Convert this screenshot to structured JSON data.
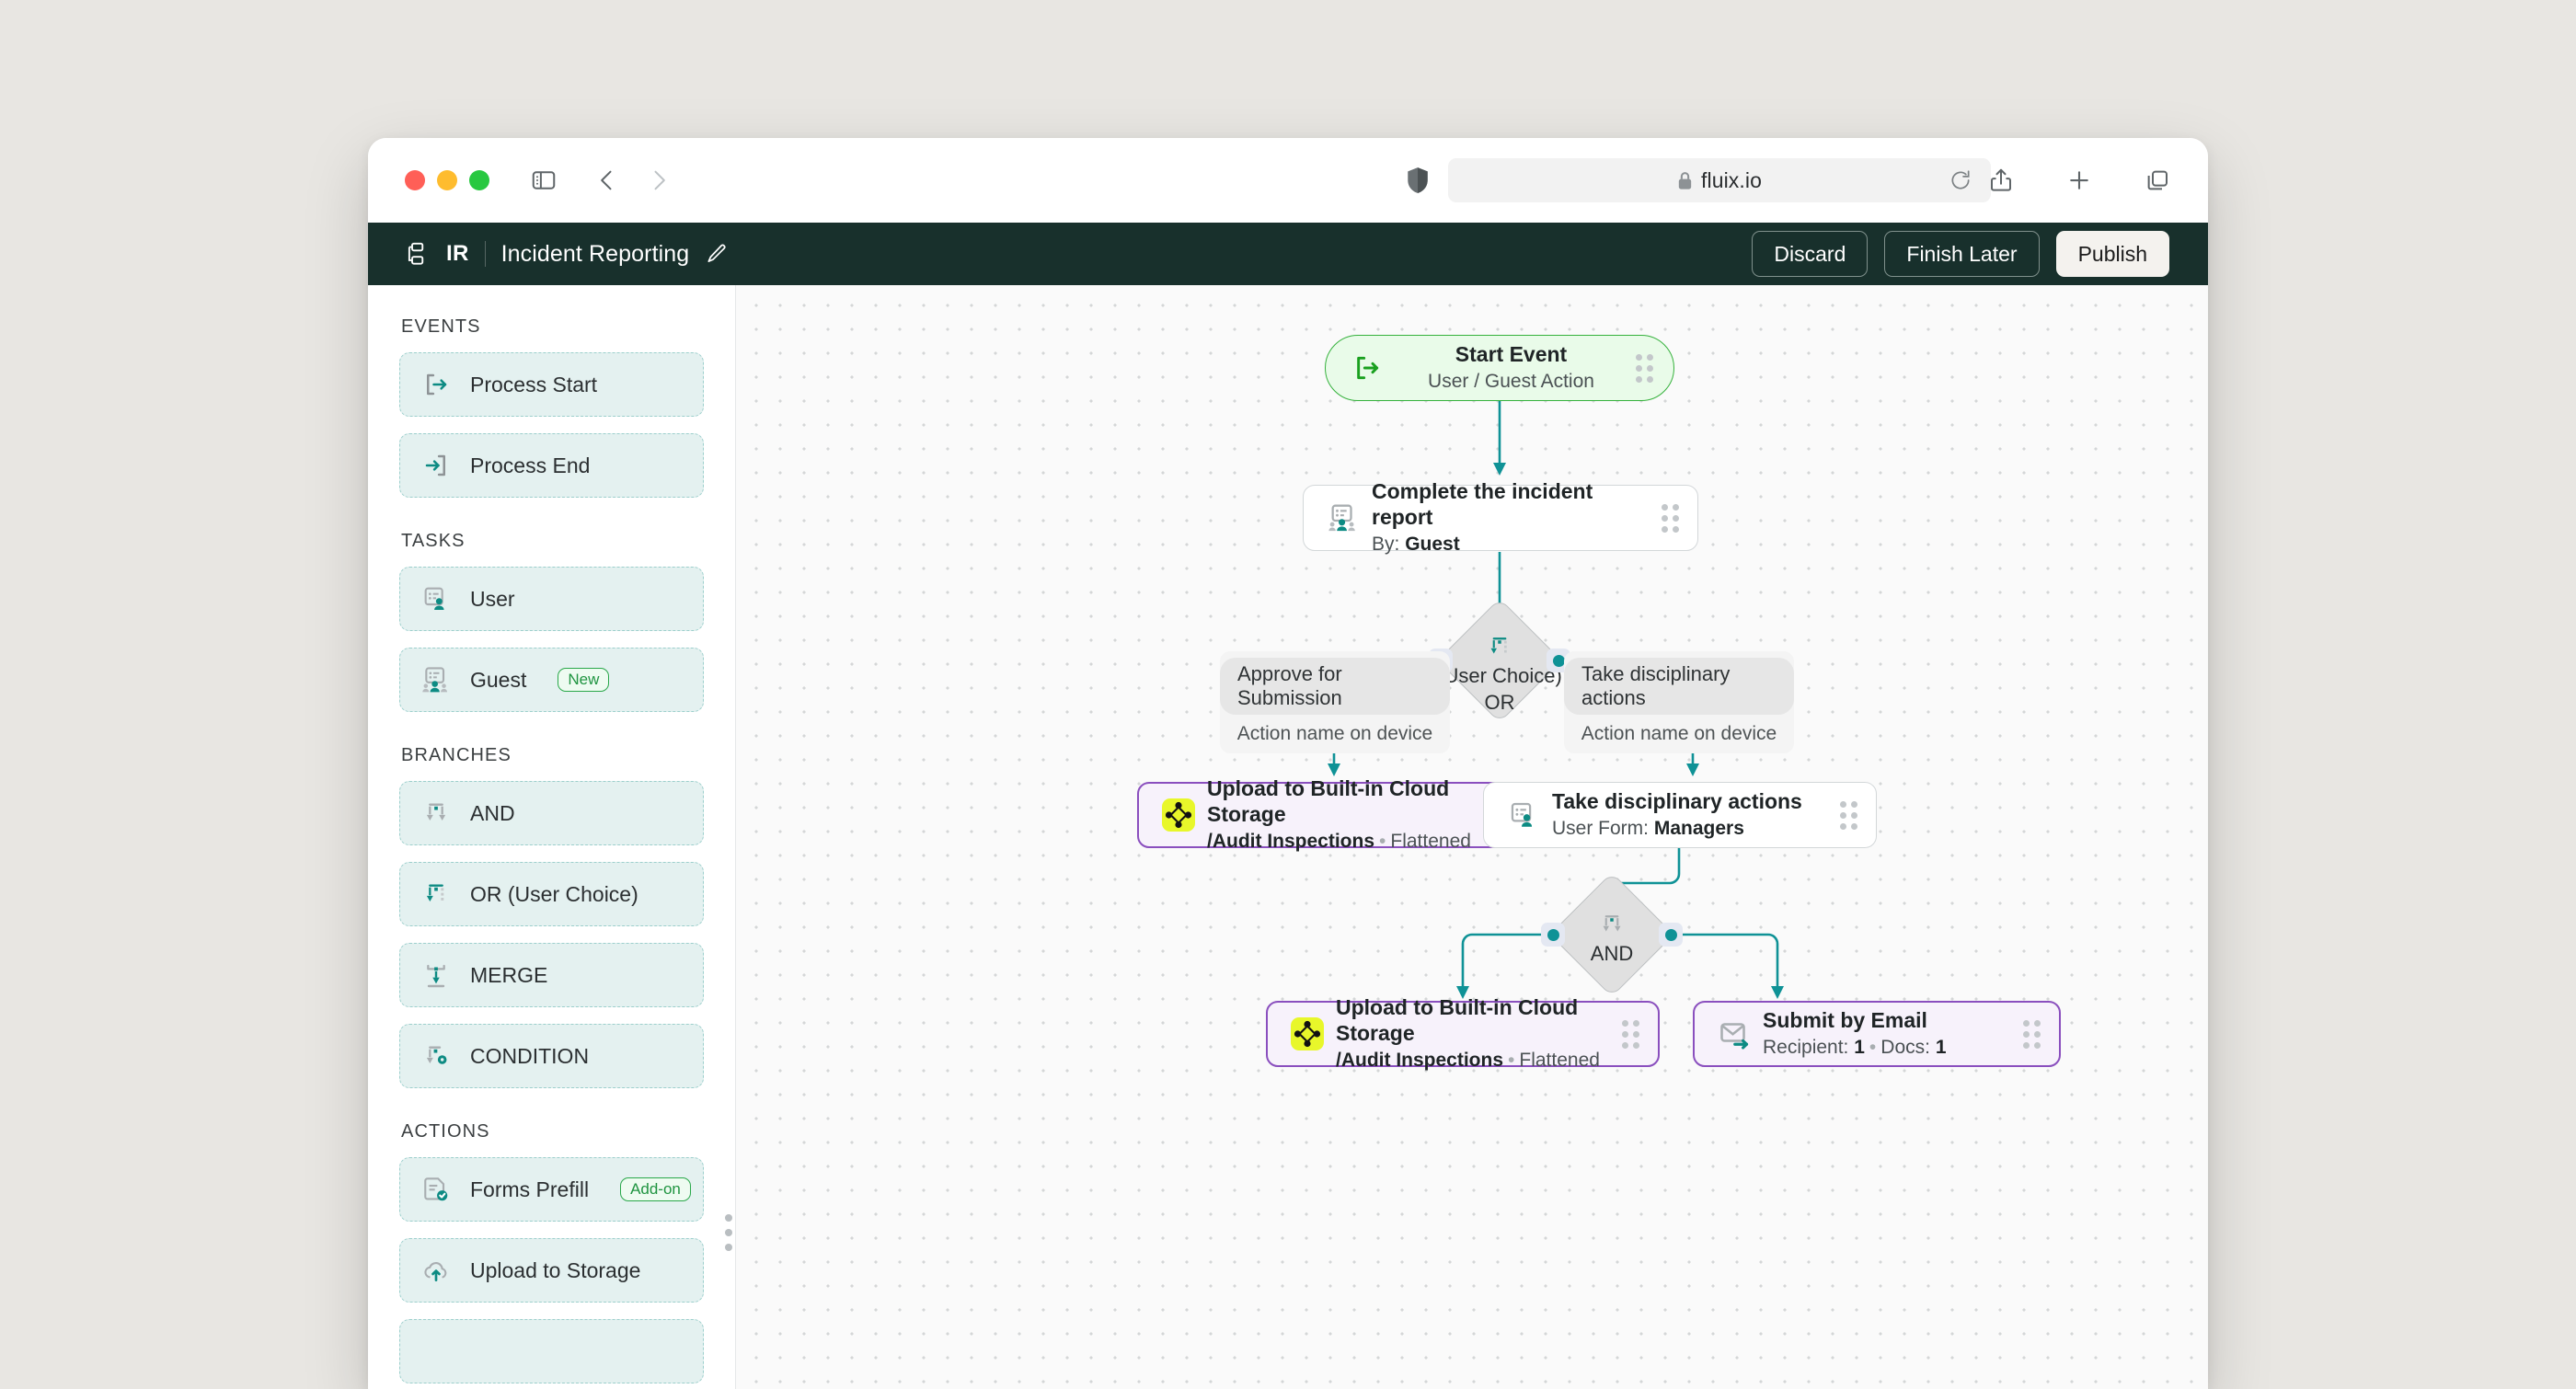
{
  "browser": {
    "url": "fluix.io",
    "lock_icon": "lock-icon",
    "reload_icon": "reload-icon",
    "shield_icon": "shield-icon",
    "sidebar_icon": "sidebar-toggle-icon",
    "back_icon": "back-chevron-icon",
    "forward_icon": "forward-chevron-icon",
    "share_icon": "share-icon",
    "newtab_icon": "plus-icon",
    "tabs_icon": "tabs-overview-icon"
  },
  "appbar": {
    "project_icon": "workflow-icon",
    "abbr": "IR",
    "title": "Incident Reporting",
    "edit_icon": "pencil-icon",
    "buttons": {
      "discard": "Discard",
      "finish_later": "Finish Later",
      "publish": "Publish"
    }
  },
  "palette": {
    "groups": [
      {
        "title": "EVENTS",
        "items": [
          {
            "label": "Process Start",
            "icon": "process-start-icon",
            "badge": null
          },
          {
            "label": "Process End",
            "icon": "process-end-icon",
            "badge": null
          }
        ]
      },
      {
        "title": "TASKS",
        "items": [
          {
            "label": "User",
            "icon": "user-task-icon",
            "badge": null
          },
          {
            "label": "Guest",
            "icon": "guest-task-icon",
            "badge": "New"
          }
        ]
      },
      {
        "title": "BRANCHES",
        "items": [
          {
            "label": "AND",
            "icon": "branch-and-icon",
            "badge": null
          },
          {
            "label": "OR (User Choice)",
            "icon": "branch-or-icon",
            "badge": null
          },
          {
            "label": "MERGE",
            "icon": "branch-merge-icon",
            "badge": null
          },
          {
            "label": "CONDITION",
            "icon": "branch-condition-icon",
            "badge": null
          }
        ]
      },
      {
        "title": "ACTIONS",
        "items": [
          {
            "label": "Forms Prefill",
            "icon": "forms-prefill-icon",
            "badge": "Add-on"
          },
          {
            "label": "Upload to Storage",
            "icon": "upload-cloud-icon",
            "badge": null
          }
        ]
      }
    ]
  },
  "canvas": {
    "nodes": {
      "start": {
        "title": "Start Event",
        "subtitle": "User / Guest Action",
        "icon": "process-start-icon"
      },
      "incident": {
        "title": "Complete the incident report",
        "sub_label": "By:",
        "sub_value": "Guest",
        "icon": "guest-task-icon"
      },
      "or_gateway": {
        "line1": "(User Choice)",
        "line2": "OR",
        "icon": "branch-or-icon"
      },
      "and_gateway": {
        "line1": "AND",
        "icon": "branch-and-icon"
      },
      "upload_left": {
        "title": "Upload to Built-in Cloud Storage",
        "path": "/Audit Inspections",
        "mode": "Flattened",
        "icon": "cloud-storage-app-icon"
      },
      "disciplinary": {
        "title": "Take disciplinary actions",
        "sub_label": "User Form:",
        "sub_value": "Managers",
        "icon": "user-task-icon"
      },
      "upload_bottom": {
        "title": "Upload to Built-in Cloud Storage",
        "path": "/Audit Inspections",
        "mode": "Flattened",
        "icon": "cloud-storage-app-icon"
      },
      "email": {
        "title": "Submit by Email",
        "recipient_label": "Recipient:",
        "recipient_value": "1",
        "docs_label": "Docs:",
        "docs_value": "1",
        "icon": "submit-email-icon"
      }
    },
    "branch_labels": {
      "left": {
        "pill": "Approve for Submission",
        "caption": "Action name on device"
      },
      "right": {
        "pill": "Take disciplinary actions",
        "caption": "Action name on device"
      }
    },
    "separator": "•"
  },
  "colors": {
    "appbar_bg": "#18302c",
    "accent_teal": "#0f9296",
    "start_green": "#35b13c",
    "node_purple": "#8a4fbe",
    "palette_fill": "#e4f1f0",
    "badge_green": "#1f9440"
  }
}
